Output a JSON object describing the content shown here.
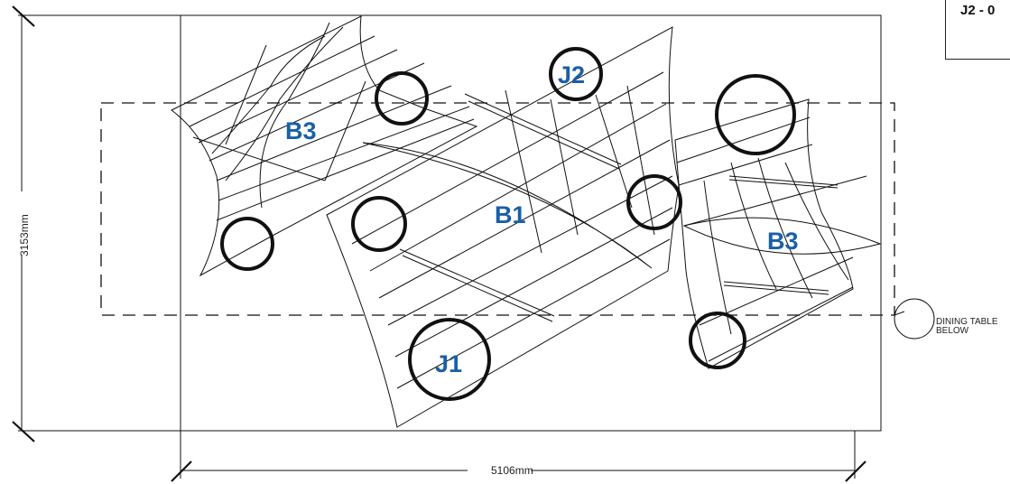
{
  "sheet": {
    "title_block_text": "J2 - 0"
  },
  "dimensions": {
    "width_label": "5106mm",
    "height_label": "3153mm"
  },
  "zones": {
    "b3_left": "B3",
    "j2": "J2",
    "b1": "B1",
    "b3_right": "B3",
    "j1": "J1"
  },
  "annotation": {
    "line1": "DINING TABLE",
    "line2": "BELOW"
  },
  "colors": {
    "tag_blue": "#1a5fa8",
    "linework": "#111111"
  }
}
